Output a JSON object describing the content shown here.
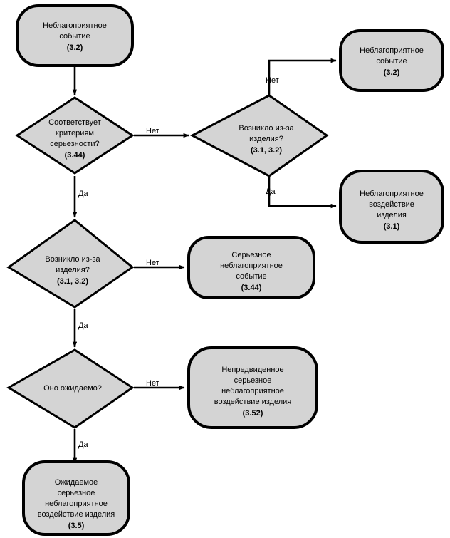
{
  "diagram": {
    "type": "flowchart",
    "language": "ru",
    "colors": {
      "node_fill": "#d4d4d4",
      "node_stroke": "#000000",
      "background": "#ffffff",
      "text": "#000000"
    },
    "nodes": [
      {
        "id": "start-adverse-event",
        "shape": "rounded-rectangle",
        "lines": [
          "Неблагоприятное",
          "событие"
        ],
        "ref": "(3.2)"
      },
      {
        "id": "decision-severity-criteria",
        "shape": "diamond",
        "lines": [
          "Соответствует",
          "критериям",
          "серьезности?"
        ],
        "ref": "(3.44)"
      },
      {
        "id": "decision-caused-by-device-top",
        "shape": "diamond",
        "lines": [
          "Возникло из-за",
          "изделия?"
        ],
        "ref": "(3.1, 3.2)"
      },
      {
        "id": "terminal-adverse-event",
        "shape": "rounded-rectangle",
        "lines": [
          "Неблагоприятное",
          "событие"
        ],
        "ref": "(3.2)"
      },
      {
        "id": "terminal-adverse-device-effect",
        "shape": "rounded-rectangle",
        "lines": [
          "Неблагоприятное",
          "воздействие",
          "изделия"
        ],
        "ref": "(3.1)"
      },
      {
        "id": "decision-caused-by-device-mid",
        "shape": "diamond",
        "lines": [
          "Возникло из-за",
          "изделия?"
        ],
        "ref": "(3.1, 3.2)"
      },
      {
        "id": "terminal-serious-adverse-event",
        "shape": "rounded-rectangle",
        "lines": [
          "Серьезное",
          "неблагоприятное",
          "событие"
        ],
        "ref": "(3.44)"
      },
      {
        "id": "decision-is-expected",
        "shape": "diamond",
        "lines": [
          "Оно ожидаемо?"
        ],
        "ref": ""
      },
      {
        "id": "terminal-unanticipated-serious",
        "shape": "rounded-rectangle",
        "lines": [
          "Непредвиденное",
          "серьезное",
          "неблагоприятное",
          "воздействие изделия"
        ],
        "ref": "(3.52)"
      },
      {
        "id": "terminal-expected-serious",
        "shape": "rounded-rectangle",
        "lines": [
          "Ожидаемое",
          "серьезное",
          "неблагоприятное",
          "воздействие изделия"
        ],
        "ref": "(3.5)"
      }
    ],
    "edge_labels": {
      "no": "Нет",
      "yes": "Да"
    },
    "edges": [
      {
        "from": "start-adverse-event",
        "to": "decision-severity-criteria",
        "label": ""
      },
      {
        "from": "decision-severity-criteria",
        "to": "decision-caused-by-device-top",
        "label": "Нет"
      },
      {
        "from": "decision-severity-criteria",
        "to": "decision-caused-by-device-mid",
        "label": "Да"
      },
      {
        "from": "decision-caused-by-device-top",
        "to": "terminal-adverse-event",
        "label": "Нет"
      },
      {
        "from": "decision-caused-by-device-top",
        "to": "terminal-adverse-device-effect",
        "label": "Да"
      },
      {
        "from": "decision-caused-by-device-mid",
        "to": "terminal-serious-adverse-event",
        "label": "Нет"
      },
      {
        "from": "decision-caused-by-device-mid",
        "to": "decision-is-expected",
        "label": "Да"
      },
      {
        "from": "decision-is-expected",
        "to": "terminal-unanticipated-serious",
        "label": "Нет"
      },
      {
        "from": "decision-is-expected",
        "to": "terminal-expected-serious",
        "label": "Да"
      }
    ]
  }
}
